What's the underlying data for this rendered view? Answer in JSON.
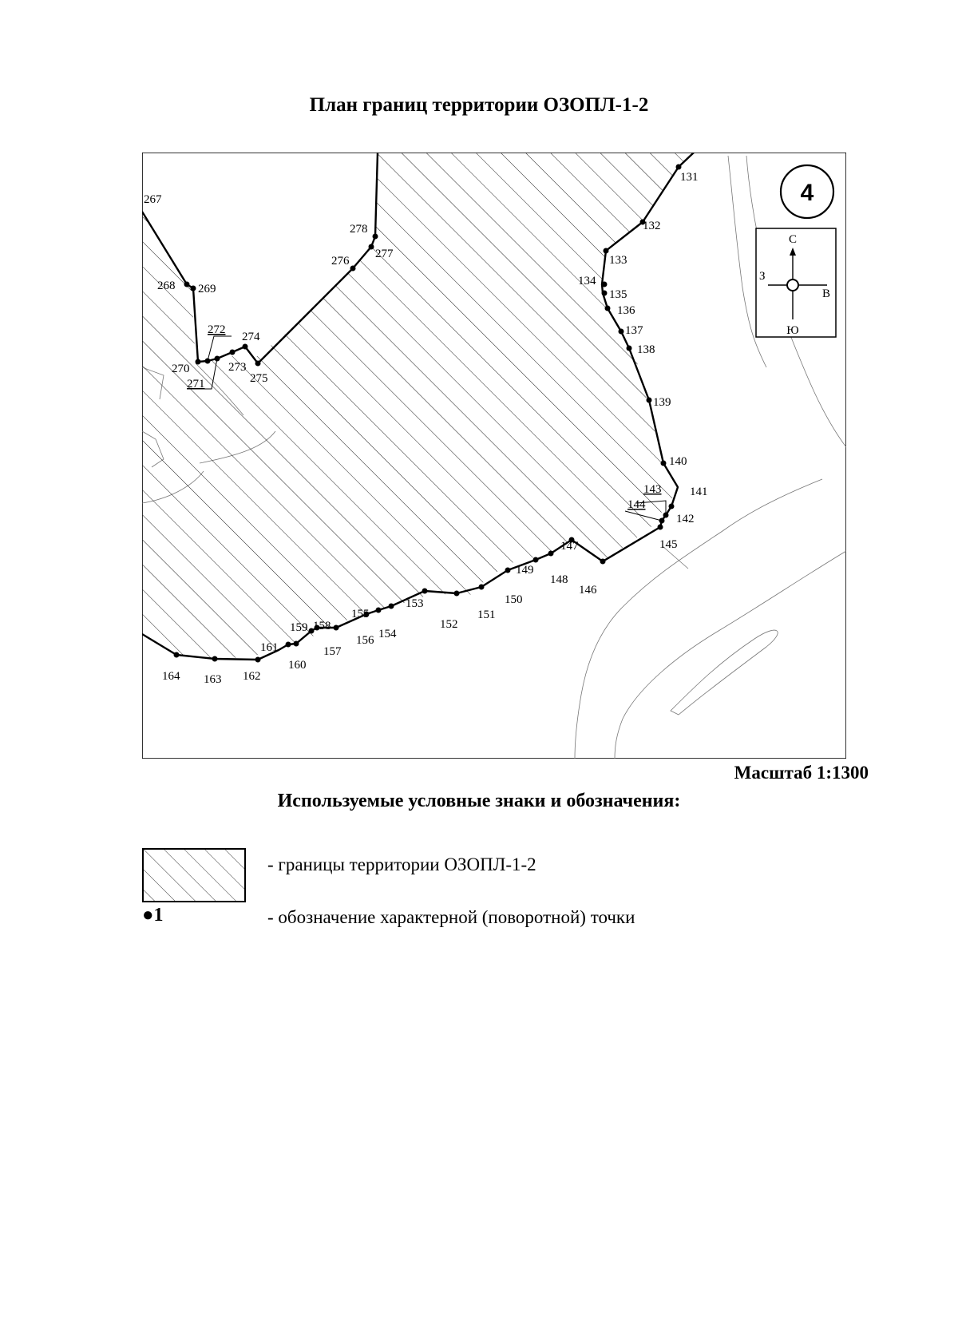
{
  "title": "План границ территории ОЗОПЛ-1-2",
  "sheet_number": "4",
  "compass": {
    "north": "С",
    "south": "Ю",
    "west": "З",
    "east": "В"
  },
  "scale": "Масштаб 1:1300",
  "legend": {
    "title": "Используемые условные знаки и обозначения:",
    "items": [
      {
        "symbol": "hatched-area",
        "text": "- границы территории ОЗОПЛ-1-2"
      },
      {
        "symbol": "point",
        "label": "1",
        "text": "- обозначение характерной (поворотной) точки"
      }
    ]
  },
  "boundary_points": [
    "131",
    "132",
    "133",
    "134",
    "135",
    "136",
    "137",
    "138",
    "139",
    "140",
    "141",
    "142",
    "143",
    "144",
    "145",
    "146",
    "147",
    "148",
    "149",
    "150",
    "151",
    "152",
    "153",
    "154",
    "155",
    "156",
    "157",
    "158",
    "159",
    "160",
    "161",
    "162",
    "163",
    "164",
    "267",
    "268",
    "269",
    "270",
    "271",
    "272",
    "273",
    "274",
    "275",
    "276",
    "277",
    "278"
  ]
}
